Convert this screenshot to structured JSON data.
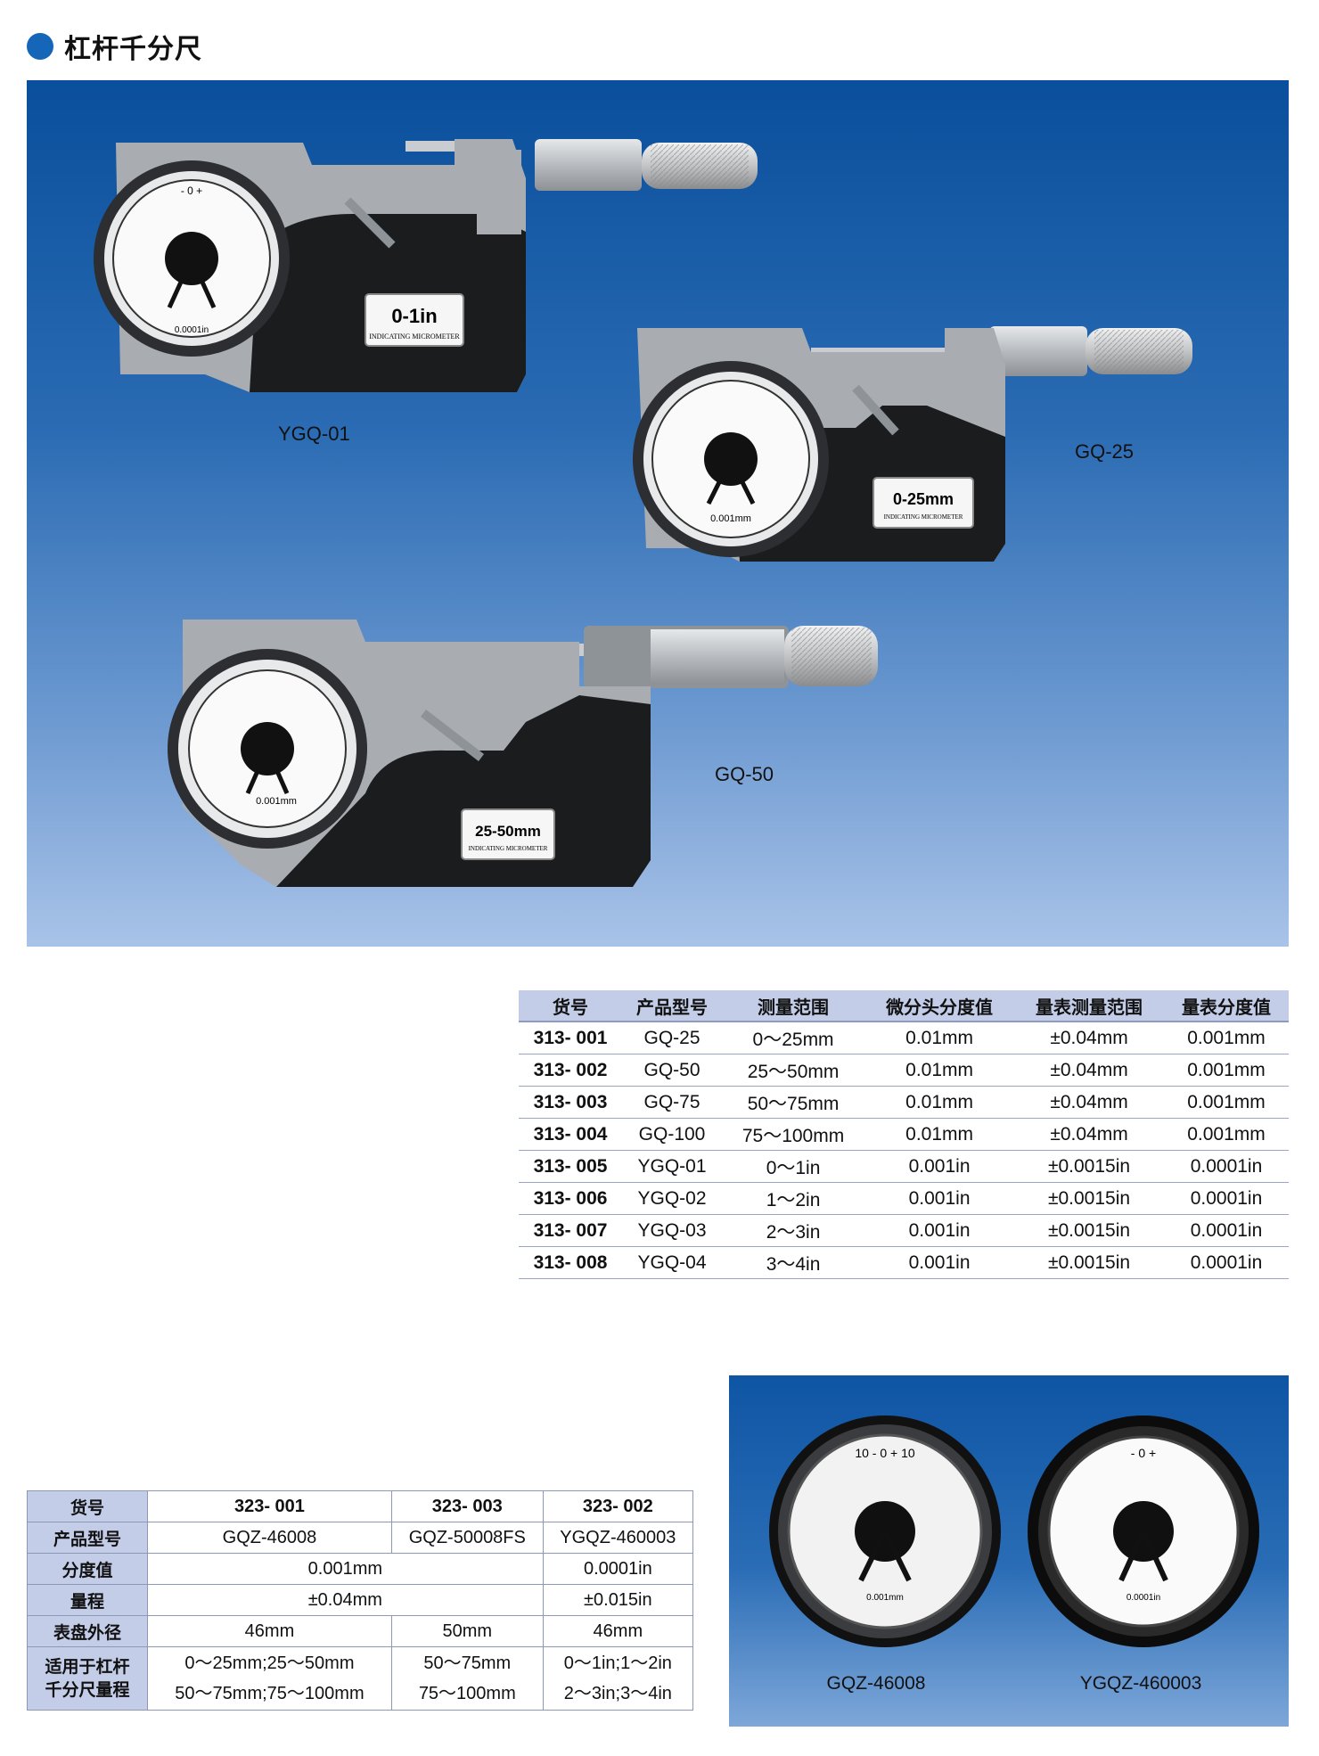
{
  "header": {
    "title": "杠杆千分尺"
  },
  "photos": {
    "models": [
      "YGQ-01",
      "GQ-25",
      "GQ-50"
    ],
    "plates": [
      {
        "range": "0-1in",
        "sub": "INDICATING MICROMETER",
        "dial_unit": "0.0001in"
      },
      {
        "range": "0-25mm",
        "sub": "INDICATING MICROMETER",
        "dial_unit": "0.001mm"
      },
      {
        "range": "25-50mm",
        "sub": "INDICATING MICROMETER",
        "dial_unit": "0.001mm"
      }
    ]
  },
  "spec_table": {
    "headers": [
      "货号",
      "产品型号",
      "测量范围",
      "微分头分度值",
      "量表测量范围",
      "量表分度值"
    ],
    "rows": [
      [
        "313- 001",
        "GQ-25",
        "0～25mm",
        "0.01mm",
        "±0.04mm",
        "0.001mm"
      ],
      [
        "313- 002",
        "GQ-50",
        "25～50mm",
        "0.01mm",
        "±0.04mm",
        "0.001mm"
      ],
      [
        "313- 003",
        "GQ-75",
        "50～75mm",
        "0.01mm",
        "±0.04mm",
        "0.001mm"
      ],
      [
        "313- 004",
        "GQ-100",
        "75～100mm",
        "0.01mm",
        "±0.04mm",
        "0.001mm"
      ],
      [
        "313- 005",
        "YGQ-01",
        "0～1in",
        "0.001in",
        "±0.0015in",
        "0.0001in"
      ],
      [
        "313- 006",
        "YGQ-02",
        "1～2in",
        "0.001in",
        "±0.0015in",
        "0.0001in"
      ],
      [
        "313- 007",
        "YGQ-03",
        "2～3in",
        "0.001in",
        "±0.0015in",
        "0.0001in"
      ],
      [
        "313- 008",
        "YGQ-04",
        "3～4in",
        "0.001in",
        "±0.0015in",
        "0.0001in"
      ]
    ]
  },
  "dial_table": {
    "row_headers": [
      "货号",
      "产品型号",
      "分度值",
      "量程",
      "表盘外径",
      "适用于杠杆千分尺量程"
    ],
    "codes": [
      "323- 001",
      "323- 003",
      "323- 002"
    ],
    "models": [
      "GQZ-46008",
      "GQZ-50008FS",
      "YGQZ-460003"
    ],
    "resolution": [
      "0.001mm",
      "0.0001in"
    ],
    "range": [
      "±0.04mm",
      "±0.015in"
    ],
    "diameter": [
      "46mm",
      "50mm",
      "46mm"
    ],
    "applicable": [
      [
        "0～25mm;25～50mm",
        "50～75mm;75～100mm"
      ],
      [
        "50～75mm",
        "75～100mm"
      ],
      [
        "0～1in;1～2in",
        "2～3in;3～4in"
      ]
    ],
    "applicable_header_lines": [
      "适用于杠杆",
      "千分尺量程"
    ]
  },
  "dials": {
    "labels": [
      "GQZ-46008",
      "YGQZ-460003"
    ],
    "units": [
      "0.001mm",
      "0.0001in"
    ]
  }
}
